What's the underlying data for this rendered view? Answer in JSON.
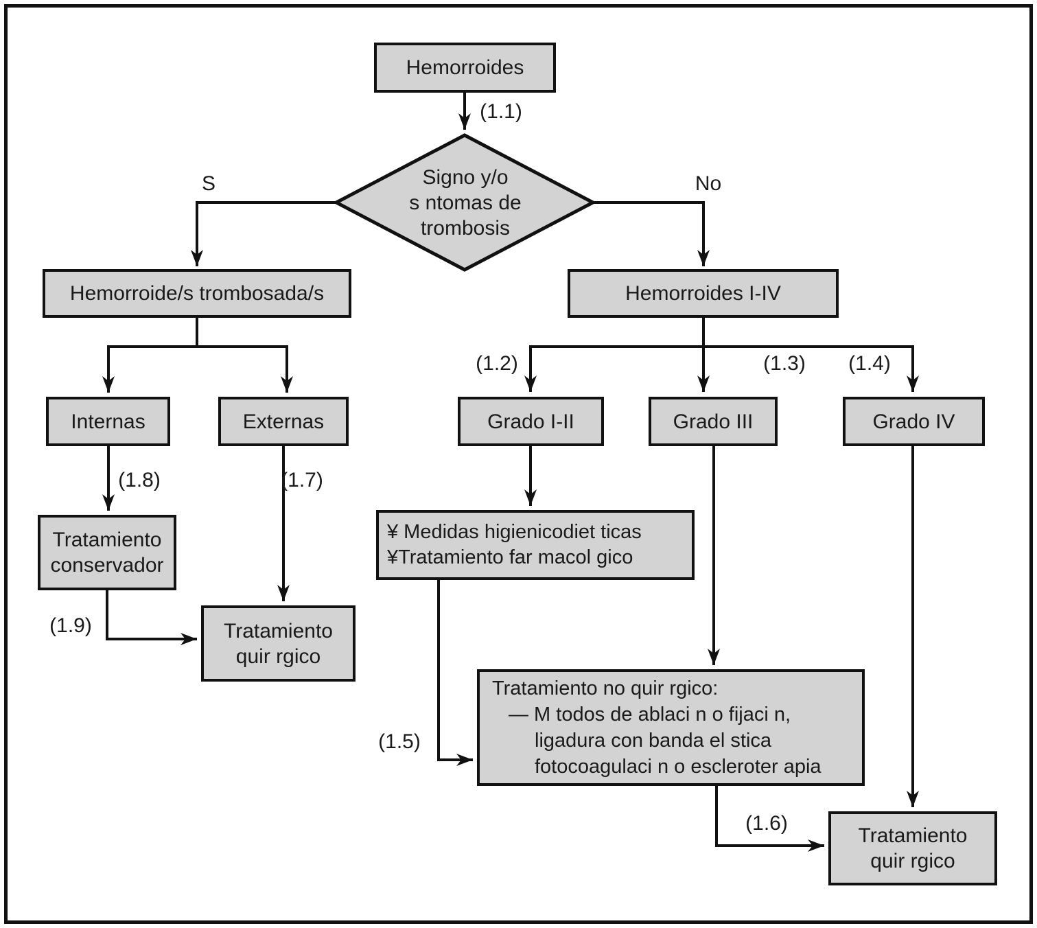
{
  "figure": {
    "type": "flowchart",
    "language": "es",
    "background_color": "#ffffff",
    "node_fill_color": "#d3d3d3",
    "line_color": "#111111",
    "text_color": "#1a1a1a"
  },
  "nodes": {
    "hemorroides": {
      "label": "Hemorroides"
    },
    "decision_trombosis": {
      "lines": [
        "Signo y/o",
        "s ntomas de",
        "trombosis"
      ]
    },
    "trombosadas": {
      "label": "Hemorroide/s trombosada/s"
    },
    "hemorroides_i_iv": {
      "label": "Hemorroides I-IV"
    },
    "internas": {
      "label": "Internas"
    },
    "externas": {
      "label": "Externas"
    },
    "grado_i_ii": {
      "label": "Grado I-II"
    },
    "grado_iii": {
      "label": "Grado III"
    },
    "grado_iv": {
      "label": "Grado IV"
    },
    "tratamiento_conservador": {
      "lines": [
        "Tratamiento",
        "conservador"
      ]
    },
    "tratamiento_quirurgico_izq": {
      "lines": [
        "Tratamiento",
        "quir rgico"
      ]
    },
    "medidas": {
      "lines": [
        "¥ Medidas higienicodiet ticas",
        "¥Tratamiento far macol gico"
      ]
    },
    "tratamiento_no_quirurgico": {
      "lines": [
        "Tratamiento no quir rgico:",
        "— M todos de ablaci n o fijaci n,",
        "ligadura con banda el stica",
        "fotocoagulaci n o escleroter apia"
      ]
    },
    "tratamiento_quirurgico_der": {
      "lines": [
        "Tratamiento",
        "quir rgico"
      ]
    }
  },
  "edge_labels": {
    "e1_1": "(1.1)",
    "si": "S",
    "no": "No",
    "e1_2": "(1.2)",
    "e1_3": "(1.3)",
    "e1_4": "(1.4)",
    "e1_7": "(1.7)",
    "e1_8": "(1.8)",
    "e1_9": "(1.9)",
    "e1_5": "(1.5)",
    "e1_6": "(1.6)"
  }
}
